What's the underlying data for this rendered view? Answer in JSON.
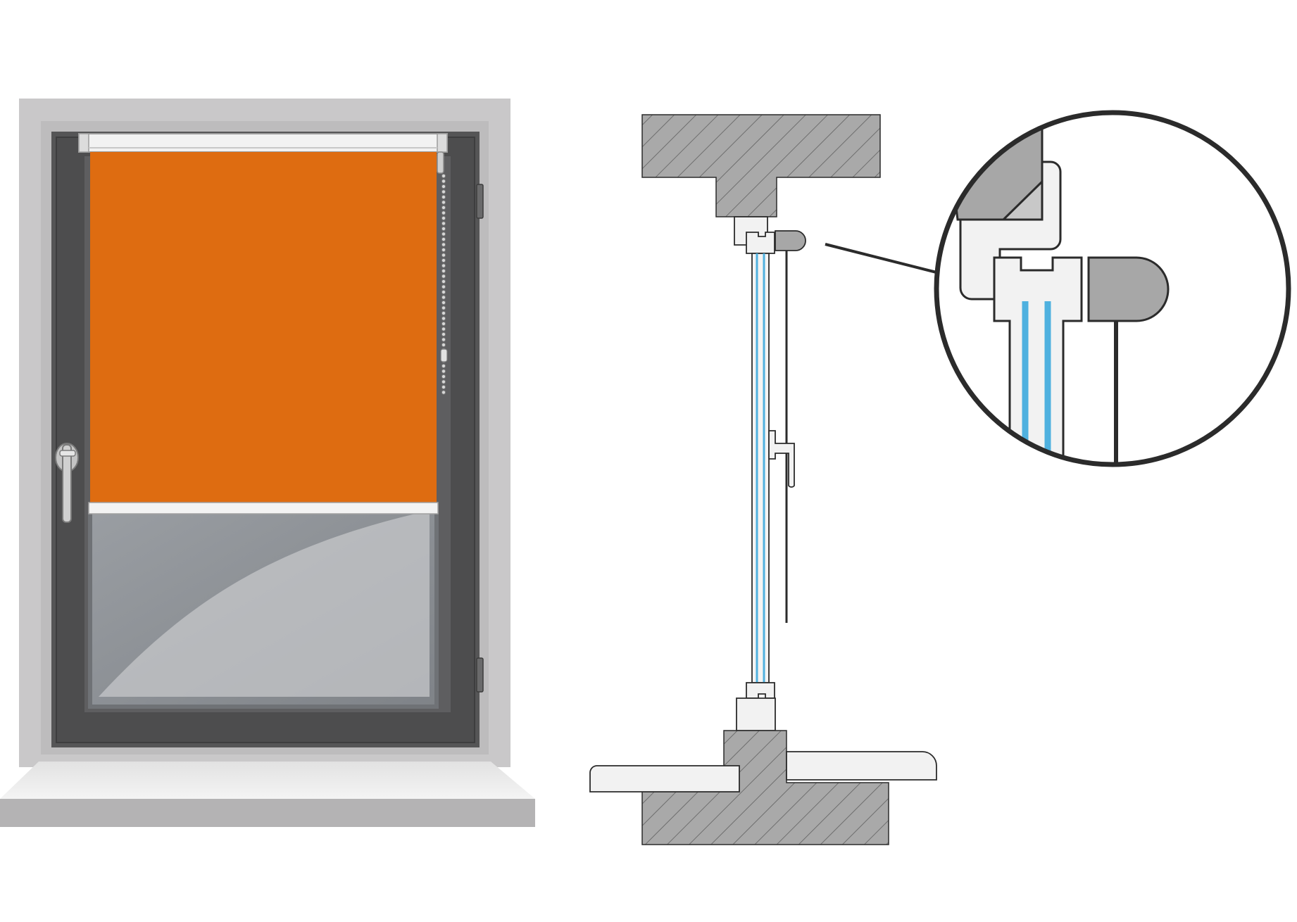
{
  "colors": {
    "background": "#ffffff",
    "reveal": "#c9c8c9",
    "reveal_inner": "#b3b2b3",
    "frame": "#555556",
    "frame_dark": "#4a4a4b",
    "blind_fabric": "#de6c11",
    "glass": "#8f9398",
    "glass_highlight": "#c5c7ca",
    "sill": "#ececec",
    "sill_front": "#b4b3b4",
    "hatch_fill": "#a9a9a9",
    "hatch_line": "#6e6e6e",
    "outline": "#2b2b2b",
    "profile_light": "#f2f2f2",
    "bracket_grey": "#a7a7a7",
    "glass_blue": "#4fb1df"
  },
  "figures": {
    "window_front_view": {
      "icon": "window-with-roller-blind",
      "blind_lowered_fraction": 0.52,
      "has_chain_control": true,
      "has_handle": true,
      "hinges": 2
    },
    "section_view": {
      "icon": "window-cross-section",
      "elements": [
        "lintel",
        "top-profile",
        "glazing",
        "blind-fabric",
        "chain-guide",
        "bottom-profile",
        "sill-masonry",
        "window-sill"
      ]
    },
    "detail_magnifier": {
      "icon": "magnified-detail-circle",
      "shows": [
        "frame-corner",
        "bracket-clip",
        "glazing-bead",
        "cassette-end",
        "fabric-line"
      ]
    }
  }
}
